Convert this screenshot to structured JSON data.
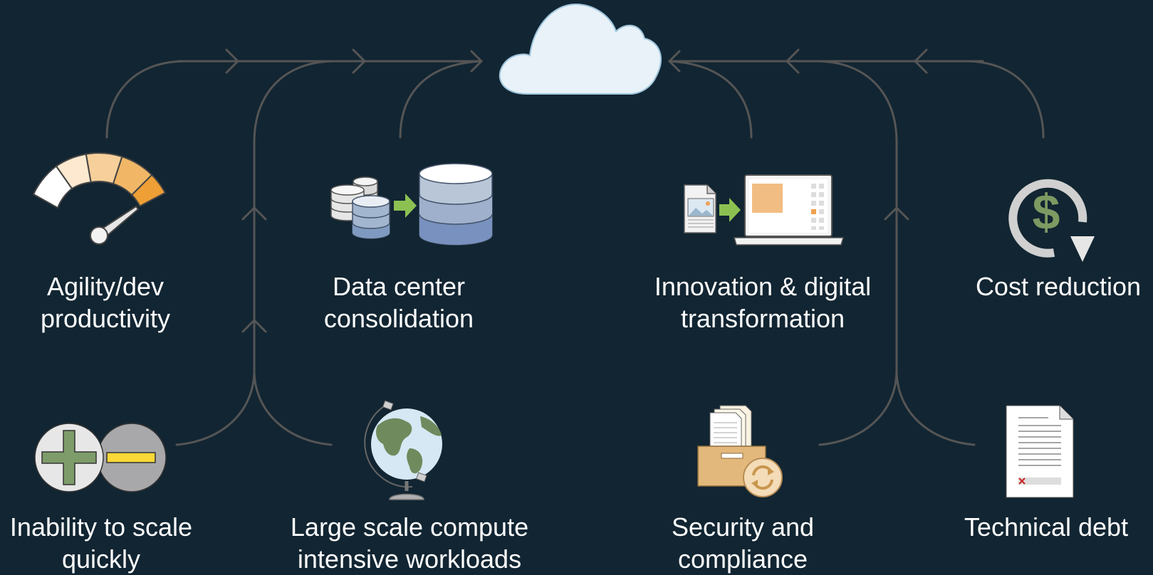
{
  "colors": {
    "background": "#122532",
    "connector": "#555555",
    "text": "#ffffff",
    "cloud_fill": "#e8f2f8",
    "cloud_stroke": "#9fc5dc"
  },
  "destination": {
    "icon": "cloud-icon"
  },
  "drivers": [
    {
      "id": "agility",
      "icon": "gauge-icon",
      "lines": [
        "Agility/dev",
        "productivity"
      ]
    },
    {
      "id": "datacenter",
      "icon": "database-consolidation-icon",
      "lines": [
        "Data center",
        "consolidation"
      ]
    },
    {
      "id": "innovation",
      "icon": "document-to-laptop-icon",
      "lines": [
        "Innovation & digital",
        "transformation"
      ]
    },
    {
      "id": "cost",
      "icon": "dollar-cycle-icon",
      "lines": [
        "Cost reduction"
      ]
    },
    {
      "id": "scale",
      "icon": "plus-minus-icon",
      "lines": [
        "Inability to scale",
        "quickly"
      ]
    },
    {
      "id": "compute",
      "icon": "globe-icon",
      "lines": [
        "Large scale compute",
        "intensive workloads"
      ]
    },
    {
      "id": "security",
      "icon": "archive-box-icon",
      "lines": [
        "Security and",
        "compliance"
      ]
    },
    {
      "id": "debt",
      "icon": "document-error-icon",
      "lines": [
        "Technical debt"
      ]
    }
  ]
}
